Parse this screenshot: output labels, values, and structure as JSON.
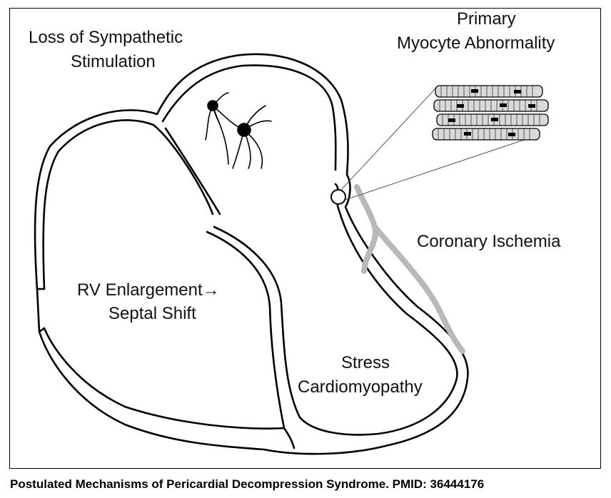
{
  "labels": {
    "loss_of_sympathetic_line1": "Loss of Sympathetic",
    "loss_of_sympathetic_line2": "Stimulation",
    "primary_line1": "Primary",
    "primary_line2": "Myocyte Abnormality",
    "coronary": "Coronary Ischemia",
    "rv_line1": "RV Enlargement→",
    "rv_line2": "Septal Shift",
    "stress_line1": "Stress",
    "stress_line2": "Cardiomyopathy"
  },
  "caption": "Postulated Mechanisms of Pericardial Decompression Syndrome. PMID: 36444176",
  "colors": {
    "outline": "#000000",
    "vessel": "#b8b8b8",
    "myocyte_fill": "#d9d9d9",
    "neuron": "#000000"
  },
  "icons": [
    "heart-outline",
    "sympathetic-neuron",
    "myocyte-cluster",
    "coronary-vessel"
  ]
}
